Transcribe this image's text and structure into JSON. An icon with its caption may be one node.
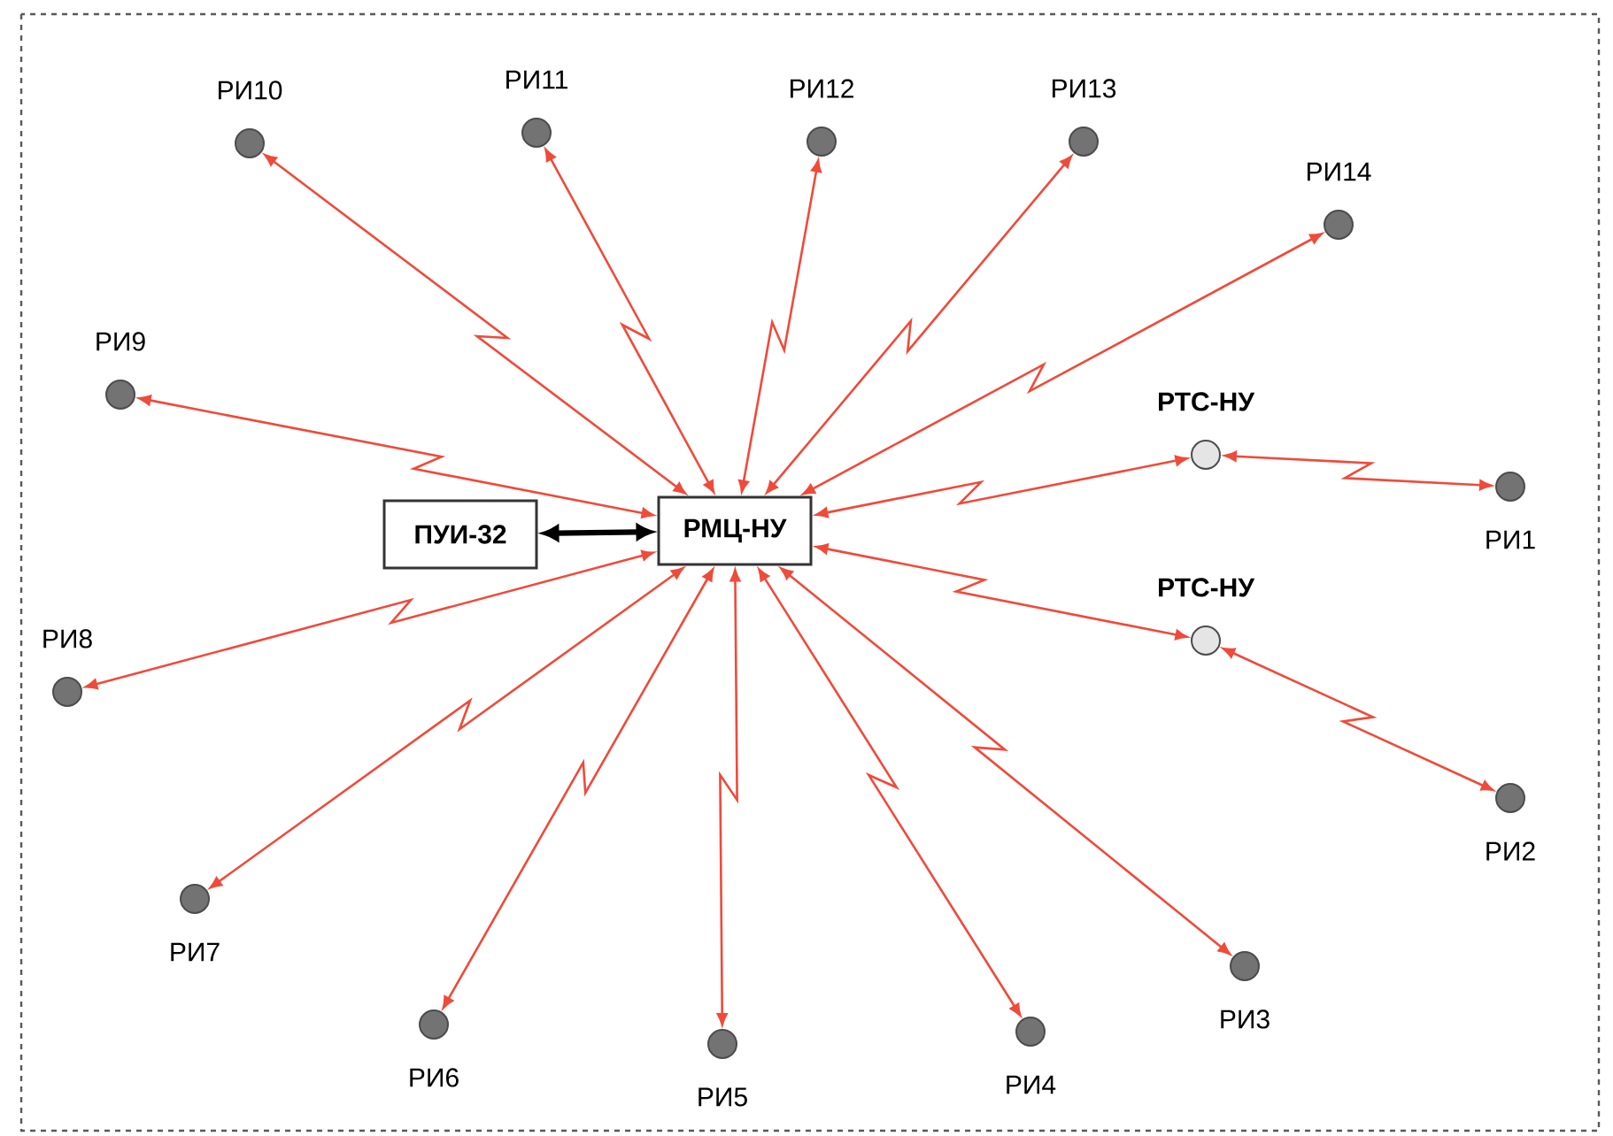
{
  "diagram": {
    "nodes": [
      {
        "text": [
          "ПУИ-32"
        ]
      },
      {
        "text": [
          "РМЦ-НУ"
        ]
      },
      {
        "text": [
          "РТС-НУ"
        ]
      },
      {
        "text": [
          "РТС-НУ"
        ]
      },
      {
        "text": [
          "РИ1"
        ]
      },
      {
        "text": [
          "РИ2"
        ]
      },
      {
        "text": [
          "РИ3"
        ]
      },
      {
        "text": [
          "РИ4"
        ]
      },
      {
        "text": [
          "РИ5"
        ]
      },
      {
        "text": [
          "РИ6"
        ]
      },
      {
        "text": [
          "РИ7"
        ]
      },
      {
        "text": [
          "РИ8"
        ]
      },
      {
        "text": [
          "РИ9"
        ]
      },
      {
        "text": [
          "РИ10"
        ]
      },
      {
        "text": [
          "РИ11"
        ]
      },
      {
        "text": [
          "РИ12"
        ]
      },
      {
        "text": [
          "РИ13"
        ]
      },
      {
        "text": [
          "РИ14"
        ]
      }
    ],
    "edges": [
      {
        "from": 0,
        "to": 1,
        "arrow": "both",
        "style": "thick",
        "color": "#000000"
      },
      {
        "from": 1,
        "to": 2,
        "arrow": "both"
      },
      {
        "from": 2,
        "to": 4,
        "arrow": "both"
      },
      {
        "from": 1,
        "to": 3,
        "arrow": "both"
      },
      {
        "from": 3,
        "to": 5,
        "arrow": "both"
      },
      {
        "from": 1,
        "to": 6,
        "arrow": "both"
      },
      {
        "from": 1,
        "to": 7,
        "arrow": "both"
      },
      {
        "from": 1,
        "to": 8,
        "arrow": "both"
      },
      {
        "from": 1,
        "to": 9,
        "arrow": "both"
      },
      {
        "from": 1,
        "to": 10,
        "arrow": "both"
      },
      {
        "from": 1,
        "to": 11,
        "arrow": "both"
      },
      {
        "from": 1,
        "to": 12,
        "arrow": "both"
      },
      {
        "from": 1,
        "to": 13,
        "arrow": "both"
      },
      {
        "from": 1,
        "to": 14,
        "arrow": "both"
      },
      {
        "from": 1,
        "to": 15,
        "arrow": "both"
      },
      {
        "from": 1,
        "to": 16,
        "arrow": "both"
      },
      {
        "from": 1,
        "to": 17,
        "arrow": "both"
      }
    ]
  }
}
